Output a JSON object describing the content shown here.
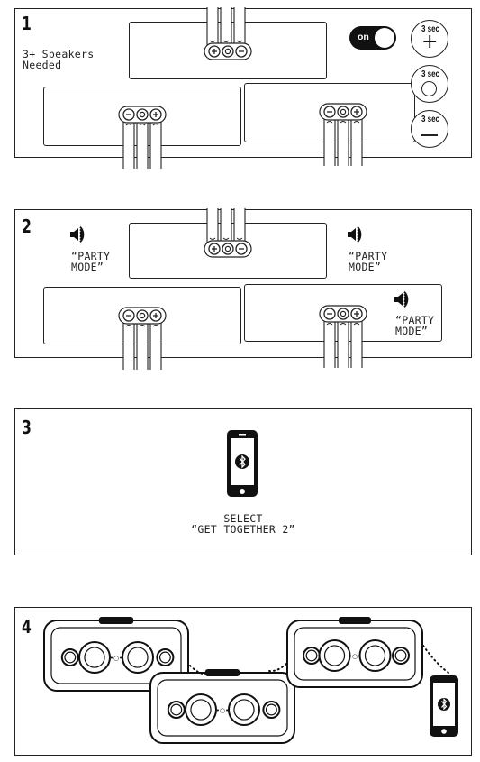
{
  "step1": {
    "number": "1",
    "note": "3+ Speakers\nNeeded",
    "toggle_label": "on",
    "hold_labels": [
      "3 sec",
      "3 sec",
      "3 sec"
    ],
    "button_symbols": [
      "+",
      "○",
      "–"
    ]
  },
  "step2": {
    "number": "2",
    "party_mode": "“PARTY\nMODE”"
  },
  "step3": {
    "number": "3",
    "instruction": "SELECT\n“GET TOGETHER 2”"
  },
  "step4": {
    "number": "4"
  },
  "icons": {
    "bluetooth": "bluetooth-icon",
    "speaker_sound": "speaker-sound-icon",
    "phone": "smartphone-icon",
    "hand": "hand-pressing-icon"
  },
  "colors": {
    "ink": "#111111",
    "toggle": "#111111",
    "paper": "#ffffff"
  }
}
